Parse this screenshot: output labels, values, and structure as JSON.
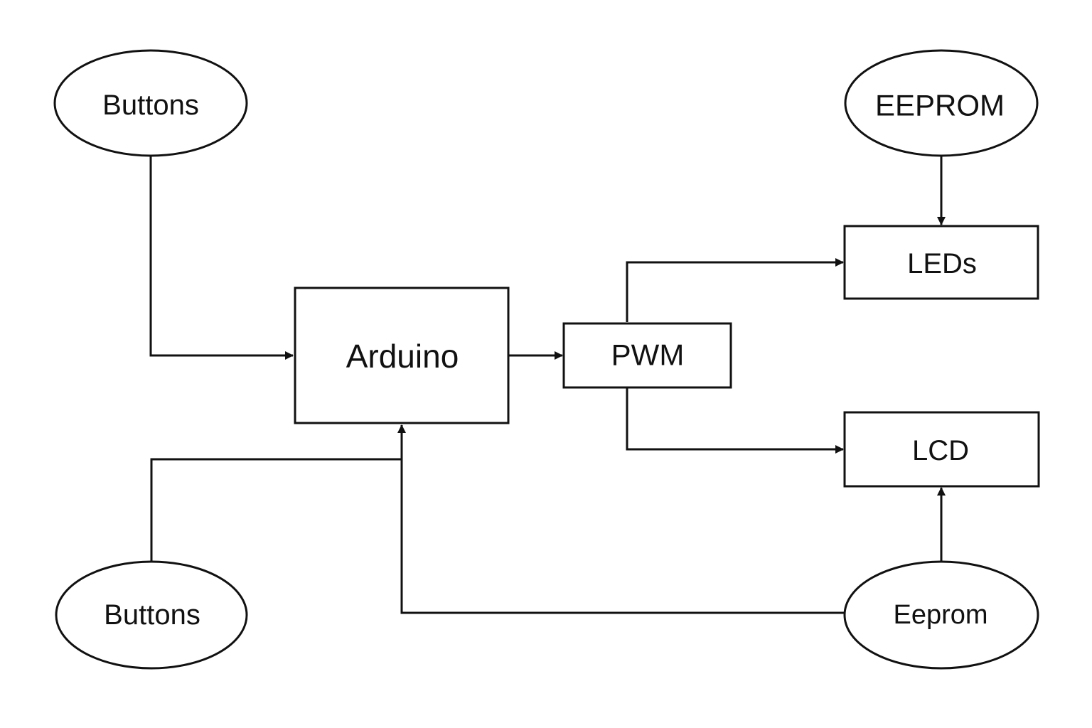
{
  "nodes": {
    "buttons_top": "Buttons",
    "eeprom_top": "EEPROM",
    "arduino": "Arduino",
    "pwm": "PWM",
    "leds": "LEDs",
    "lcd": "LCD",
    "buttons_bottom": "Buttons",
    "eeprom_bottom": "Eeprom"
  },
  "edges": [
    {
      "from": "buttons_top",
      "to": "arduino"
    },
    {
      "from": "buttons_bottom",
      "to": "arduino"
    },
    {
      "from": "eeprom_bottom",
      "to": "arduino"
    },
    {
      "from": "arduino",
      "to": "pwm"
    },
    {
      "from": "pwm",
      "to": "leds"
    },
    {
      "from": "pwm",
      "to": "lcd"
    },
    {
      "from": "eeprom_top",
      "to": "leds"
    },
    {
      "from": "eeprom_bottom",
      "to": "lcd"
    }
  ],
  "colors": {
    "stroke": "#111111",
    "background": "#ffffff"
  }
}
